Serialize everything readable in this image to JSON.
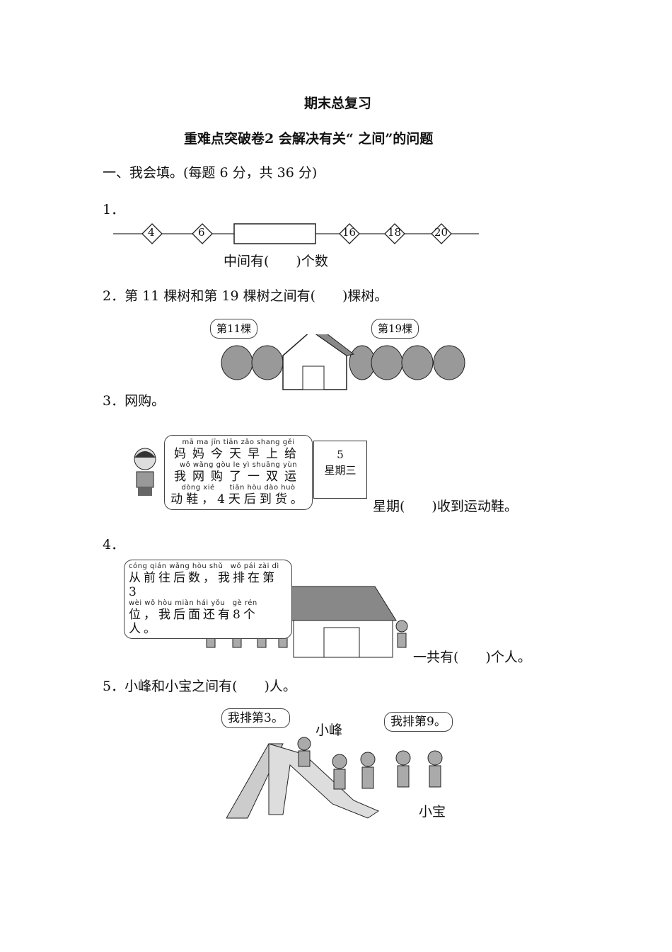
{
  "title": "期末总复习",
  "subtitle": "重难点突破卷2  会解决有关“ 之间”的问题",
  "section": "一、我会填。(每题 6 分，共 36 分)",
  "q1": {
    "num": "1．",
    "nodes": [
      "4",
      "6",
      "16",
      "18",
      "20"
    ],
    "answer_text": "中间有(　　)个数"
  },
  "q2": {
    "text": "2．第 11 棵树和第 19 棵树之间有(　　)棵树。",
    "bubble_left": "第11棵",
    "bubble_right": "第19棵"
  },
  "q3": {
    "text": "3．网购。",
    "pinyin1": "mā ma jīn tiān zǎo shang gěi",
    "line1": "妈妈今天早上给",
    "pinyin2": "wǒ wǎng gòu le yì shuāng yùn",
    "line2": "我网购了一双运",
    "pinyin3": "dòng xié　　tiān hòu dào huò",
    "line3": "动鞋，4天后到货。",
    "calendar_day": "5",
    "calendar_weekday": "星期三",
    "answer": "星期(　　)收到运动鞋。"
  },
  "q4": {
    "num": "4．",
    "pinyin1": "cóng qián wǎng hòu shǔ　wǒ pái zài dì",
    "line1": "从前往后数，我排在第3",
    "pinyin2": "wèi wǒ hòu miàn hái yǒu　gè rén",
    "line2": "位，我后面还有8个人。",
    "answer": "一共有(　　)个人。"
  },
  "q5": {
    "text": "5．小峰和小宝之间有(　　)人。",
    "bubble_left": "我排第3。",
    "bubble_right": "我排第9。",
    "name_left": "小峰",
    "name_right": "小宝"
  }
}
